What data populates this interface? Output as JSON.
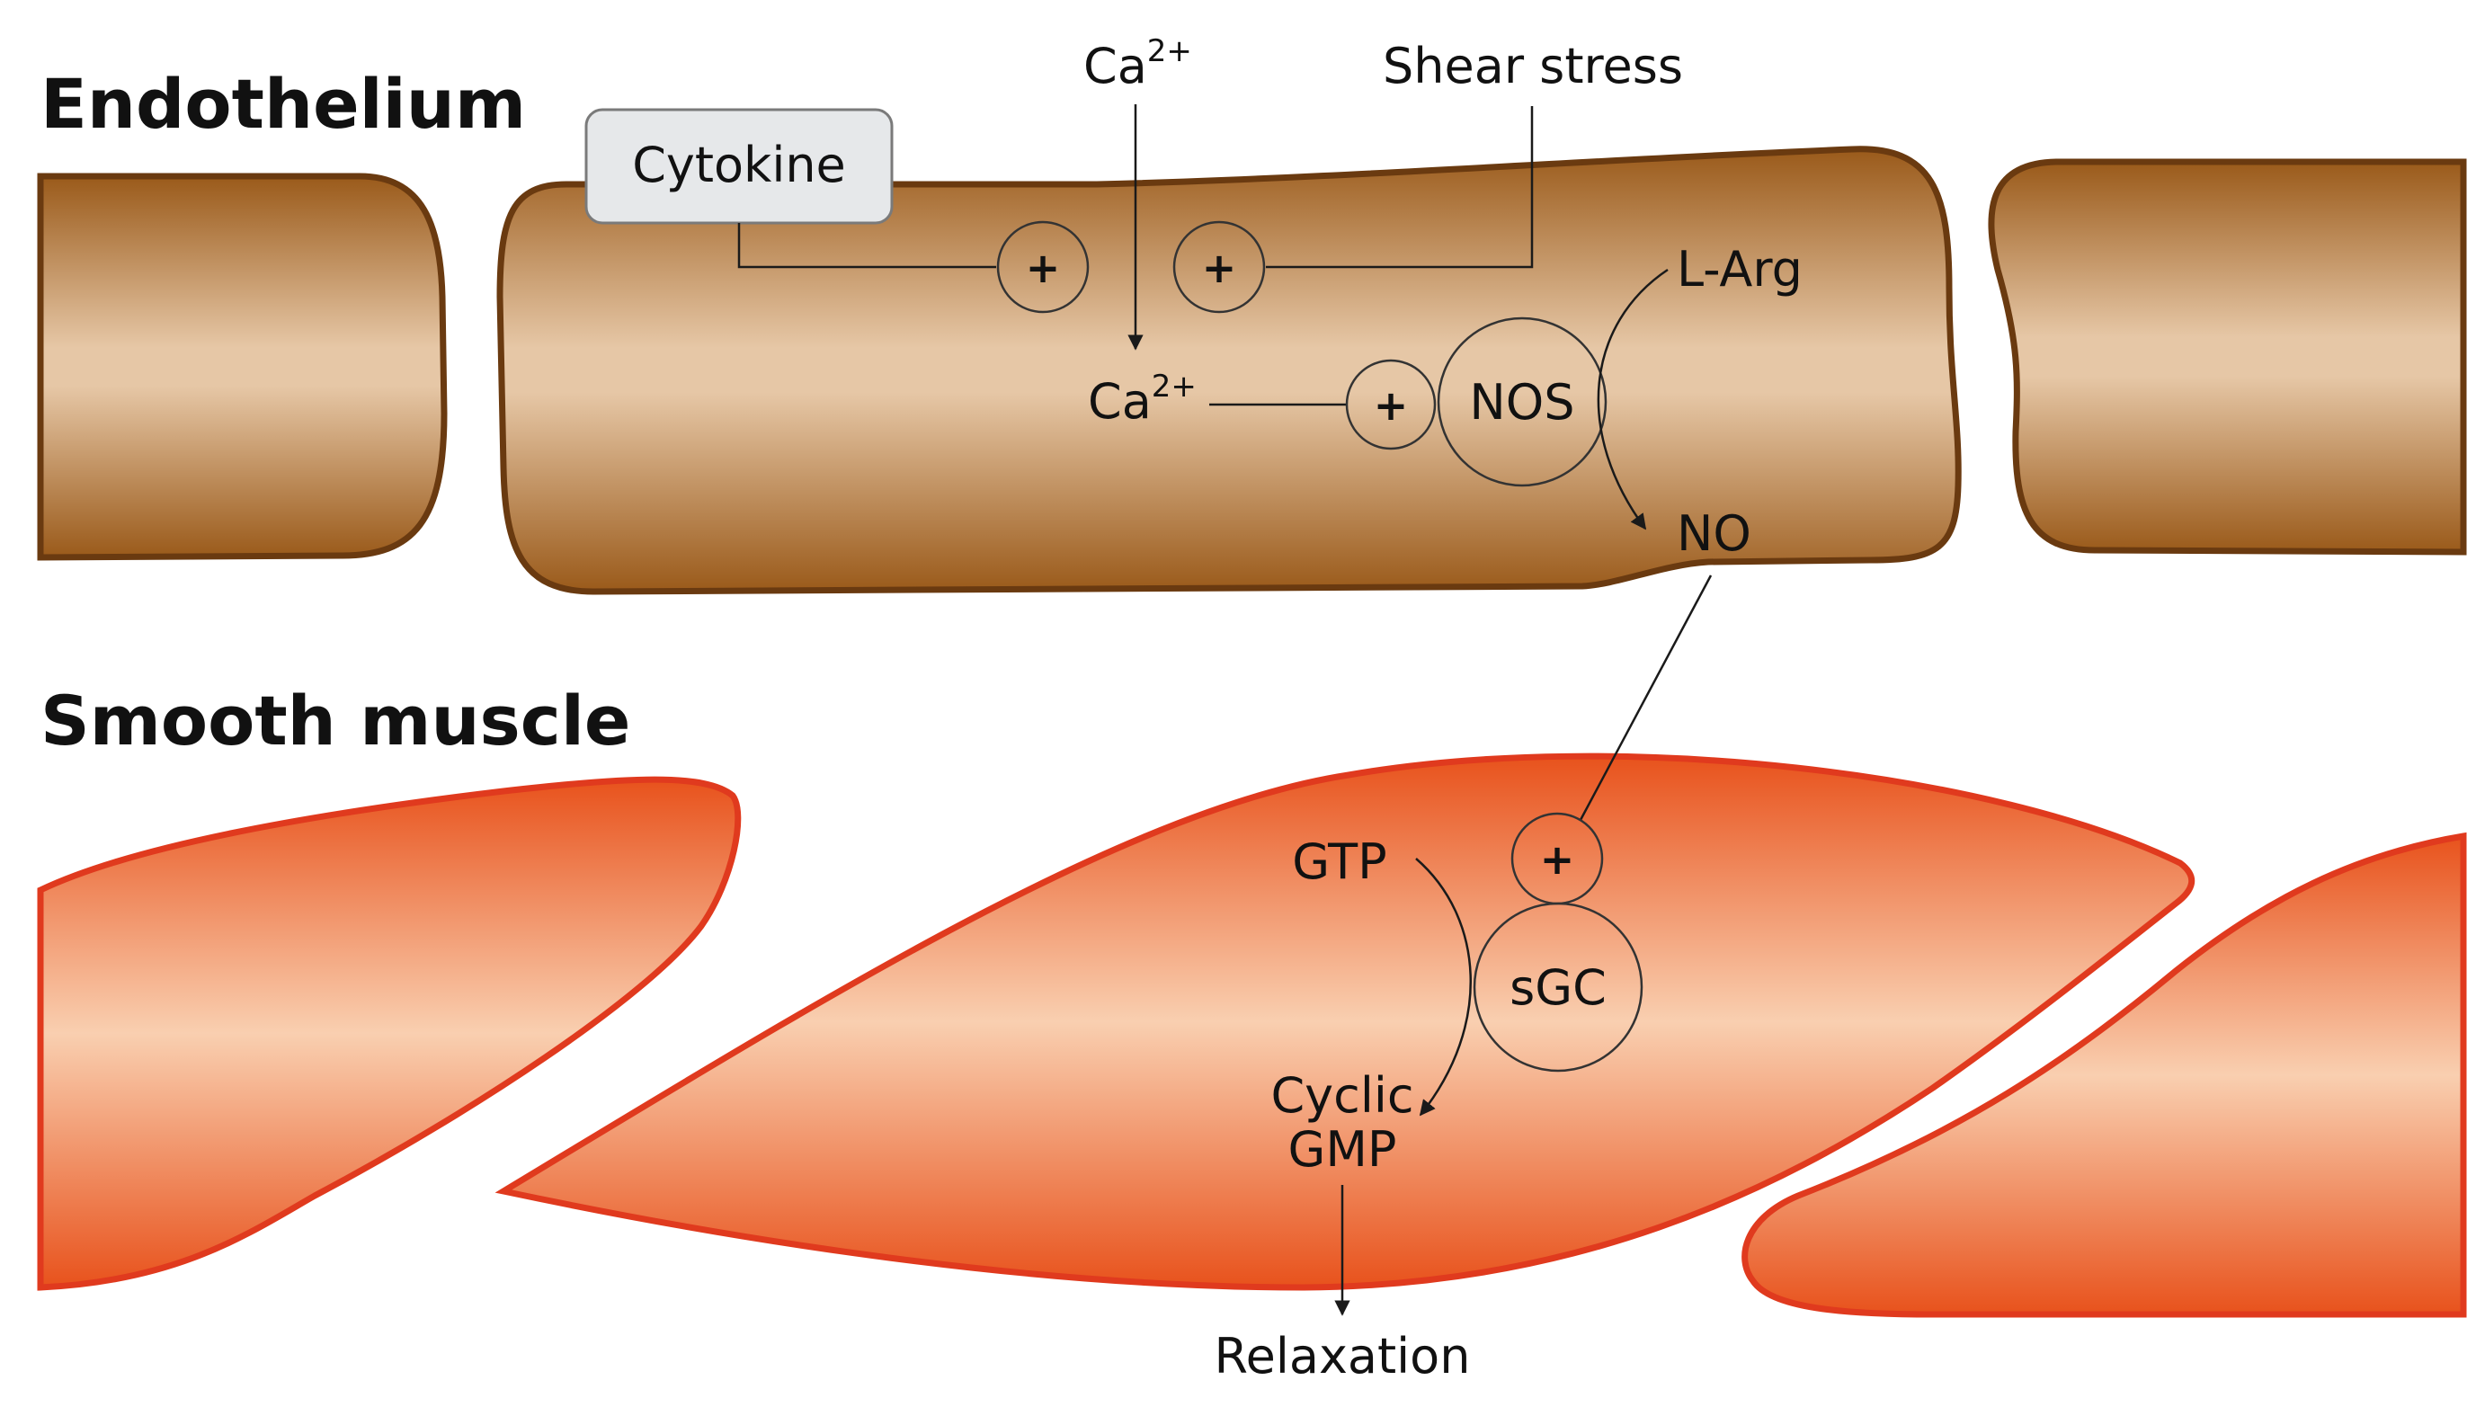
{
  "titles": {
    "endothelium": "Endothelium",
    "smooth_muscle": "Smooth muscle"
  },
  "labels": {
    "cytokine": "Cytokine",
    "ca_top": "Ca",
    "ca_top_sup": "2+",
    "shear_stress": "Shear stress",
    "ca_mid": "Ca",
    "ca_mid_sup": "2+",
    "nos": "NOS",
    "l_arg": "L-Arg",
    "no": "NO",
    "gtp": "GTP",
    "sgc": "sGC",
    "cyclic": "Cyclic",
    "gmp": "GMP",
    "relaxation": "Relaxation",
    "plus": "+"
  },
  "colors": {
    "endothelium_dark": "#9a5a1a",
    "endothelium_light": "#e6c7a6",
    "endothelium_outline": "#6a3a10",
    "muscle_dark": "#e8521c",
    "muscle_light": "#f9cfb0",
    "muscle_outline": "#e03a1e",
    "cytokine_fill": "#e6e8ea",
    "cytokine_outline": "#7a7a7a"
  }
}
